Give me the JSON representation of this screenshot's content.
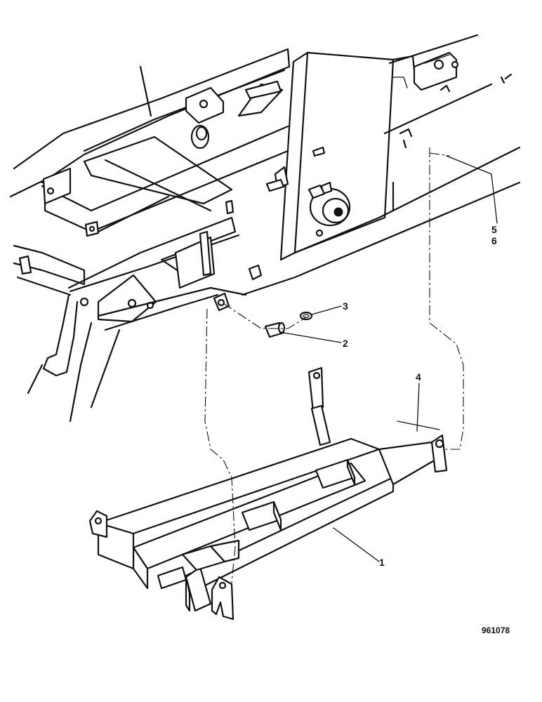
{
  "callouts": [
    {
      "id": "callout-1",
      "text": "1"
    },
    {
      "id": "callout-2",
      "text": "2"
    },
    {
      "id": "callout-3",
      "text": "3"
    },
    {
      "id": "callout-4",
      "text": "4"
    },
    {
      "id": "callout-5",
      "text": "5"
    },
    {
      "id": "callout-6",
      "text": "6"
    }
  ],
  "reference_number": "961078"
}
